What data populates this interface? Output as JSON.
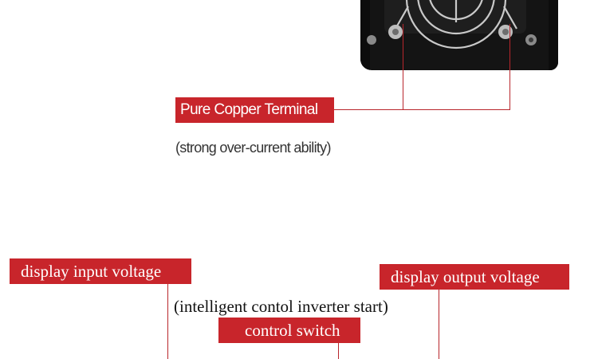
{
  "top_callout": {
    "label": "Pure Copper Terminal",
    "note": "(strong over-current ability)"
  },
  "bottom_callouts": {
    "input_label": "display input voltage",
    "output_label": "display output voltage",
    "switch_note": "(intelligent contol inverter start)",
    "switch_label": "control switch"
  },
  "colors": {
    "accent": "#c8252b",
    "device": "#141414"
  },
  "icons": {
    "fan": "fan-guard-icon",
    "screw": "screw-icon"
  }
}
